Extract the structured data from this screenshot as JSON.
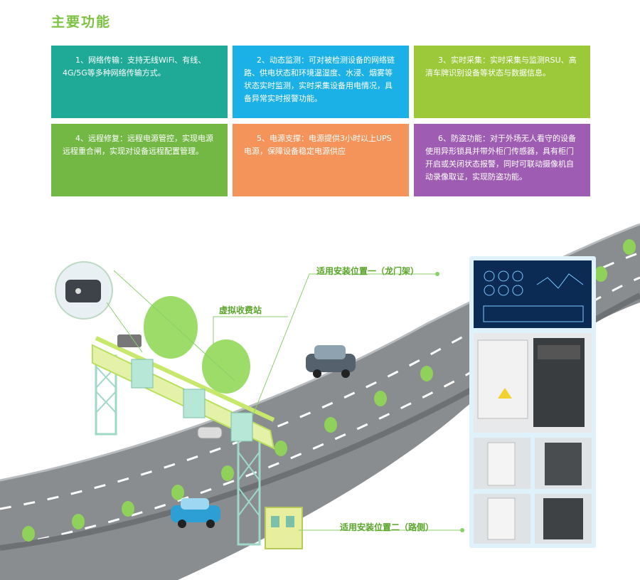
{
  "page_title": "主要功能",
  "features": [
    {
      "text": "1、网络传输：支持无线WiFi、有线、4G/5G等多种网络传输方式。",
      "color": "#1faa98"
    },
    {
      "text": "2、动态监测：可对被检测设备的网络链路、供电状态和环境温湿度、水浸、烟雾等状态实时监测，实时采集设备用电情况，具备异常实时报警功能。",
      "color": "#1cb1e6"
    },
    {
      "text": "3、实时采集：实时采集与监测RSU、高清车牌识别设备等状态与数据信息。",
      "color": "#9cc93a"
    },
    {
      "text": "4、远程修复：远程电源管控，实现电源远程重合闸，实现对设备远程配置管理。",
      "color": "#73b844"
    },
    {
      "text": "5、电源支撑：电源提供3小时以上UPS电源，保障设备稳定电源供应",
      "color": "#f4945b"
    },
    {
      "text": "6、防盗功能：对于外场无人看守的设备使用异形锁具并带外柜门传感器，具有柜门开启或关闭状态报警，同时可联动摄像机自动录像取证，实现防盗功能。",
      "color": "#9e5db2"
    }
  ],
  "callouts": {
    "gantry": "适用安装位置一（龙门架）",
    "virtual_toll": "虚拟收费站",
    "roadside": "适用安装位置二（路侧）"
  },
  "colors": {
    "title_green": "#7cc242",
    "callout_green": "#5aa52a",
    "road_gray": "#8a8d8f",
    "tree_green": "#8fd15a",
    "panel_blue": "#dff1fb"
  }
}
